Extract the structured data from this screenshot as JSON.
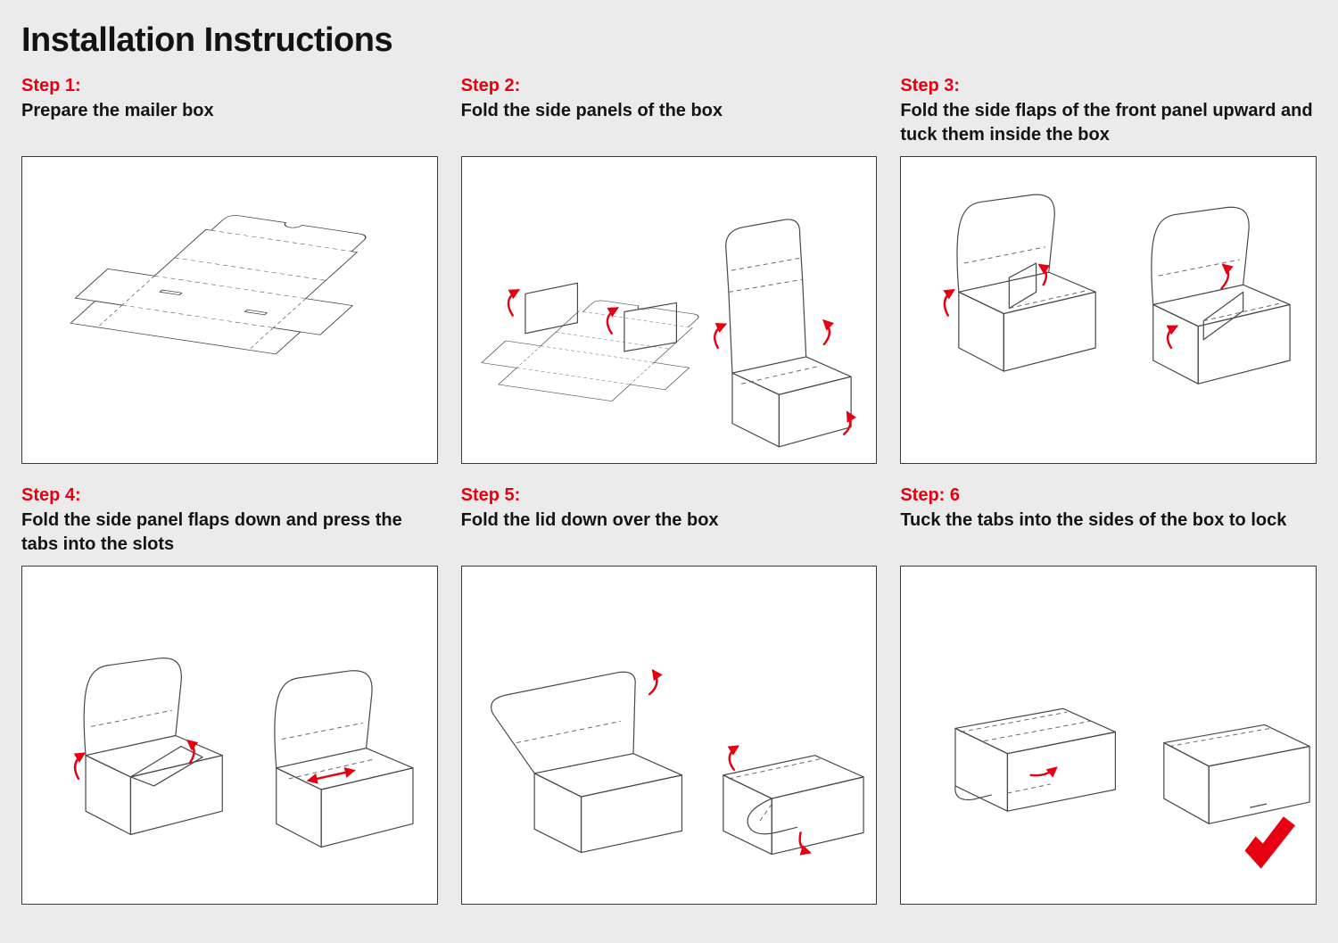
{
  "page": {
    "title": "Installation Instructions",
    "background_color": "#ebebeb",
    "accent_color": "#e60012",
    "panel_border_color": "#3a3a3a"
  },
  "steps": [
    {
      "label": "Step 1:",
      "description": "Prepare the mailer box",
      "illustration": "flat-dieline-of-mailer-box"
    },
    {
      "label": "Step 2:",
      "description": "Fold the side panels of the box",
      "illustration": "dieline-with-side-panels-folding-up-and-half-formed-box"
    },
    {
      "label": "Step 3:",
      "description": "Fold the side flaps of the front panel upward and tuck them inside the box",
      "illustration": "two-open-boxes-with-lid-raised-flaps-tucking-inside"
    },
    {
      "label": "Step 4:",
      "description": "Fold the side panel flaps down and press the tabs into the slots",
      "illustration": "two-open-boxes-flaps-pressed-down-into-slots"
    },
    {
      "label": "Step 5:",
      "description": "Fold the lid down over the box",
      "illustration": "box-with-lid-closing-then-closed-with-tongue-flap"
    },
    {
      "label": "Step: 6",
      "description": "Tuck the tabs into the sides of the box to lock",
      "illustration": "closed-box-tab-tucked-and-finished-box-with-checkmark"
    }
  ],
  "icons": {
    "fold_arrow": "red-curved-fold-arrow",
    "checkmark": "red-checkmark-success"
  }
}
